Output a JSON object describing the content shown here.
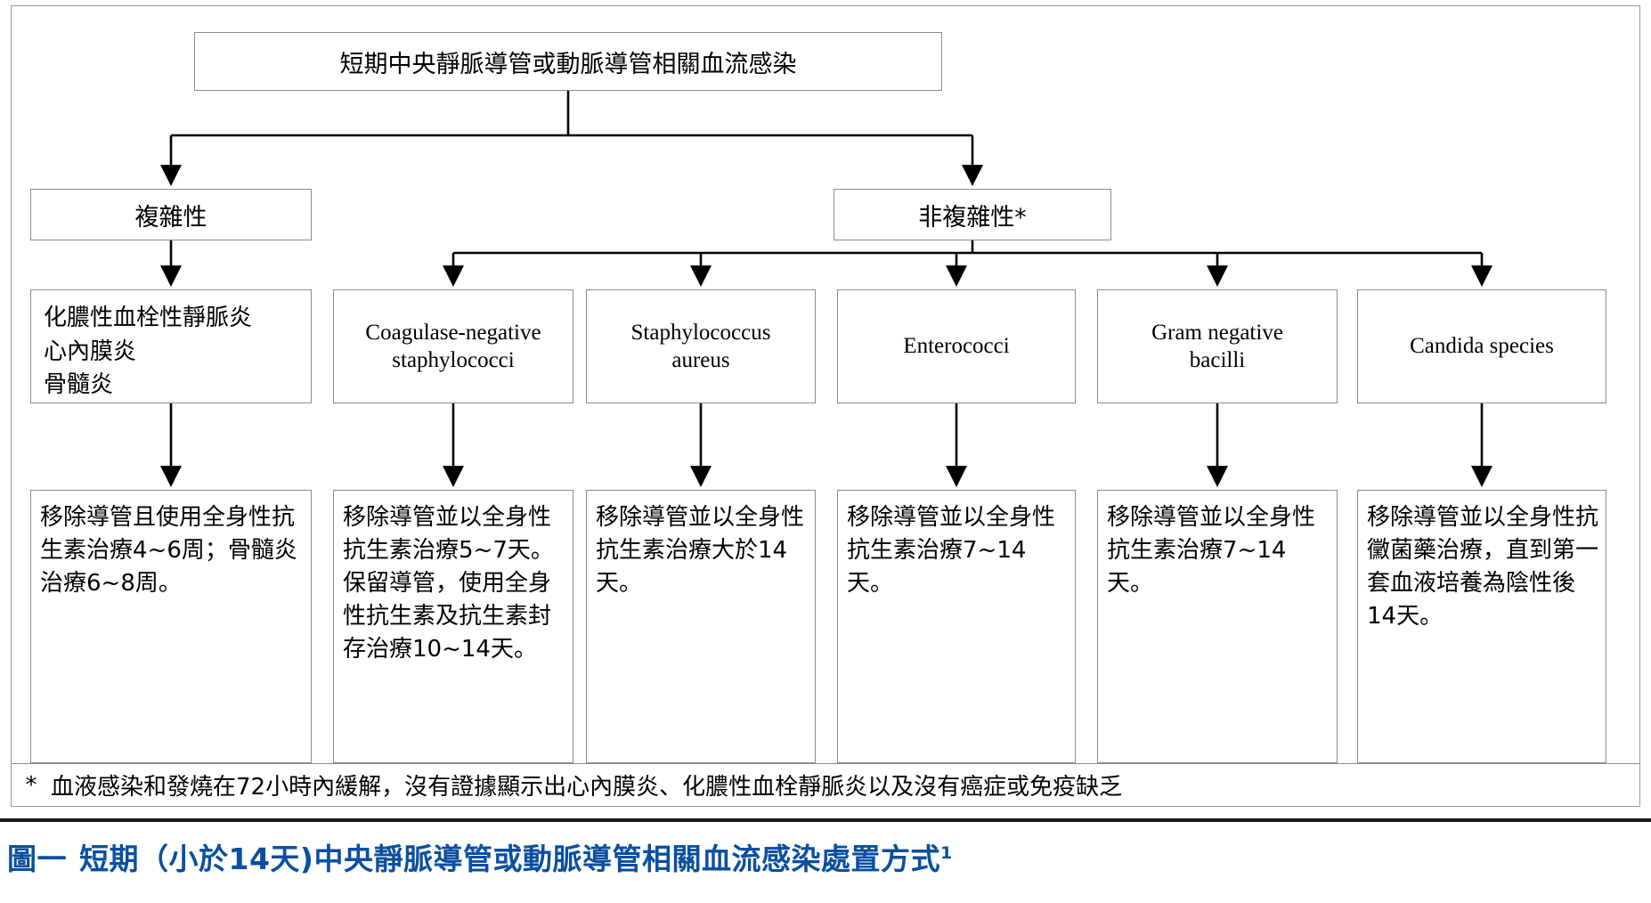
{
  "figure": {
    "root": {
      "label": "短期中央靜脈導管或動脈導管相關血流感染"
    },
    "branches": [
      {
        "id": "complex",
        "label": "複雜性"
      },
      {
        "id": "noncomplex",
        "label": "非複雜性*"
      }
    ],
    "conditions": {
      "complex_lines": [
        "化膿性血栓性靜脈炎",
        "心內膜炎",
        "骨髓炎"
      ]
    },
    "organisms": [
      {
        "id": "cons",
        "line1": "Coagulase-negative",
        "line2": "staphylococci"
      },
      {
        "id": "saureus",
        "line1": "Staphylococcus",
        "line2": "aureus"
      },
      {
        "id": "entero",
        "line1": "Enterococci",
        "line2": ""
      },
      {
        "id": "gramneg",
        "line1": "Gram negative",
        "line2": "bacilli"
      },
      {
        "id": "candida",
        "line1": "Candida species",
        "line2": ""
      }
    ],
    "treatments": [
      {
        "id": "complex",
        "text": "移除導管且使用全身性抗生素治療4~6周；骨髓炎治療6~8周。"
      },
      {
        "id": "cons",
        "text": "移除導管並以全身性抗生素治療5~7天。\n保留導管，使用全身性抗生素及抗生素封存治療10~14天。"
      },
      {
        "id": "saureus",
        "text": "移除導管並以全身性抗生素治療大於14天。"
      },
      {
        "id": "entero",
        "text": "移除導管並以全身性抗生素治療7~14天。"
      },
      {
        "id": "gramneg",
        "text": "移除導管並以全身性抗生素治療7~14天。"
      },
      {
        "id": "candida",
        "text": "移除導管並以全身性抗黴菌藥治療，直到第一套血液培養為陰性後14天。"
      }
    ],
    "footnote": {
      "marker": "*",
      "text": "血液感染和發燒在72小時內緩解，沒有證據顯示出心內膜炎、化膿性血栓靜脈炎以及沒有癌症或免疫缺乏"
    },
    "caption": {
      "figure_label": "圖一",
      "title": "短期（小於14天)中央靜脈導管或動脈導管相關血流感染處置方式",
      "reference": "1",
      "color": "#0a4fa0"
    }
  }
}
